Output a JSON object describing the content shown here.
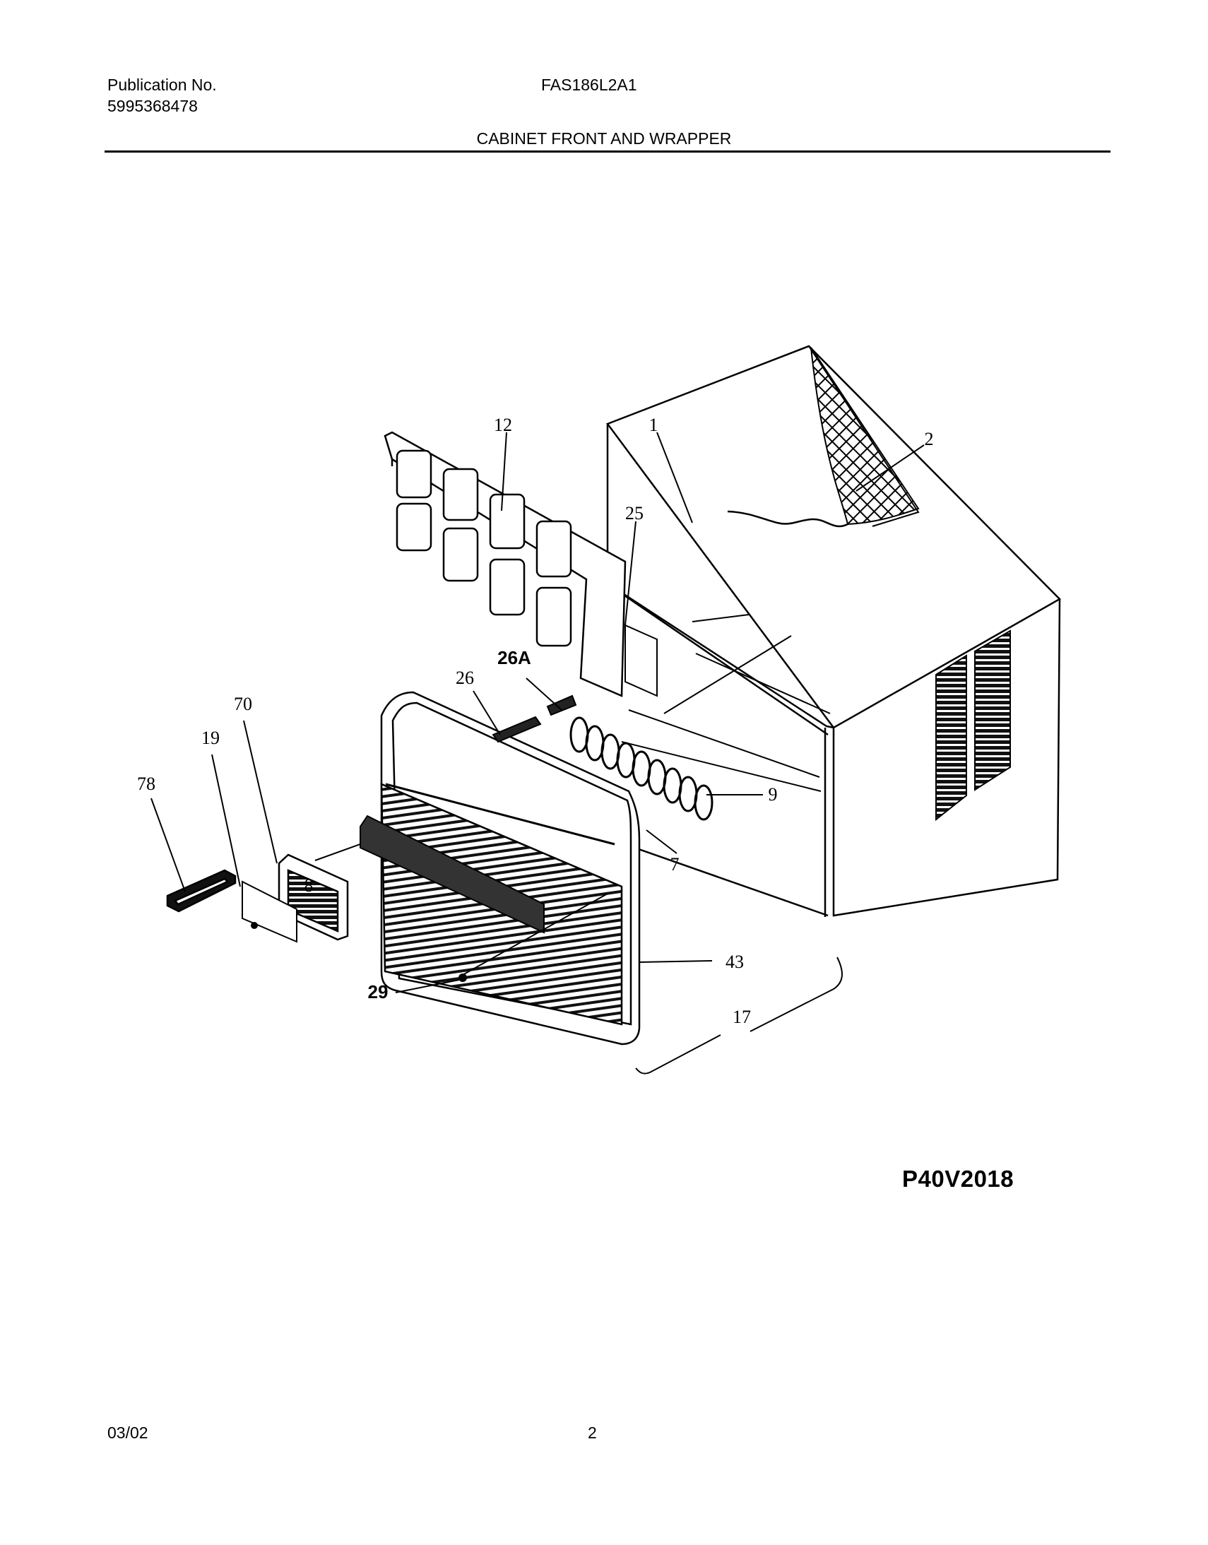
{
  "header": {
    "publication_label": "Publication No.",
    "publication_number": "5995368478",
    "model": "FAS186L2A1",
    "section_title": "CABINET FRONT AND WRAPPER"
  },
  "diagram": {
    "callouts": {
      "c12": "12",
      "c1": "1",
      "c2": "2",
      "c25": "25",
      "c26A": "26A",
      "c26": "26",
      "c70": "70",
      "c19": "19",
      "c78": "78",
      "c9": "9",
      "c7": "7",
      "c8": "8",
      "c43": "43",
      "c29": "29",
      "c17": "17"
    },
    "code": "P40V2018"
  },
  "footer": {
    "date": "03/02",
    "page": "2"
  }
}
